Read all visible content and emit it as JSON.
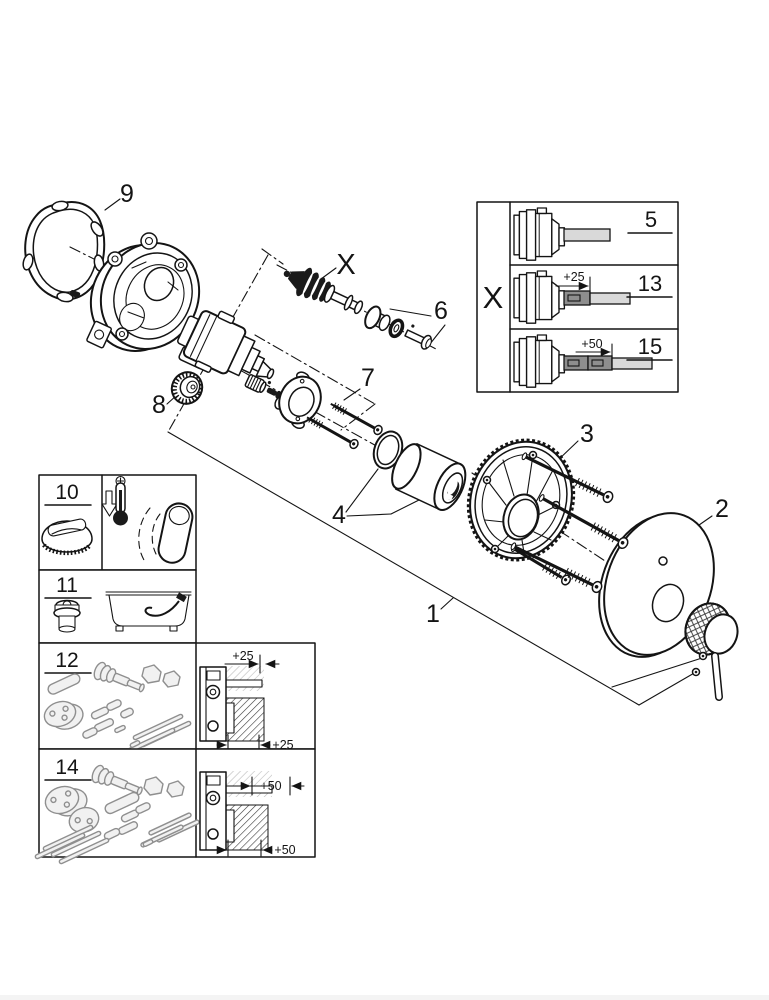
{
  "diagram": {
    "kind": "exploded-parts-diagram",
    "subject": "concealed single-lever bath mixer trim set",
    "colors": {
      "background": "#ffffff",
      "ink": "#141414",
      "part_fill_light": "#d9d9d9",
      "part_fill_dark": "#8e8e8e"
    },
    "callouts": {
      "part1": "1",
      "part2": "2",
      "part3": "3",
      "part4": "4",
      "part6": "6",
      "part7": "7",
      "part8": "8",
      "part9": "9",
      "detail_x": "X"
    },
    "inset_x": {
      "label": "X",
      "rows": [
        {
          "part": "5",
          "offset_label": ""
        },
        {
          "part": "13",
          "offset_label": "+25"
        },
        {
          "part": "15",
          "offset_label": "+50"
        }
      ]
    },
    "inset_boxes": {
      "box10": {
        "part": "10"
      },
      "box11": {
        "part": "11"
      },
      "box12": {
        "part": "12",
        "offset_top": "+25",
        "offset_bottom": "+25"
      },
      "box14": {
        "part": "14",
        "offset_top": "+50",
        "offset_bottom": "+50"
      }
    }
  }
}
